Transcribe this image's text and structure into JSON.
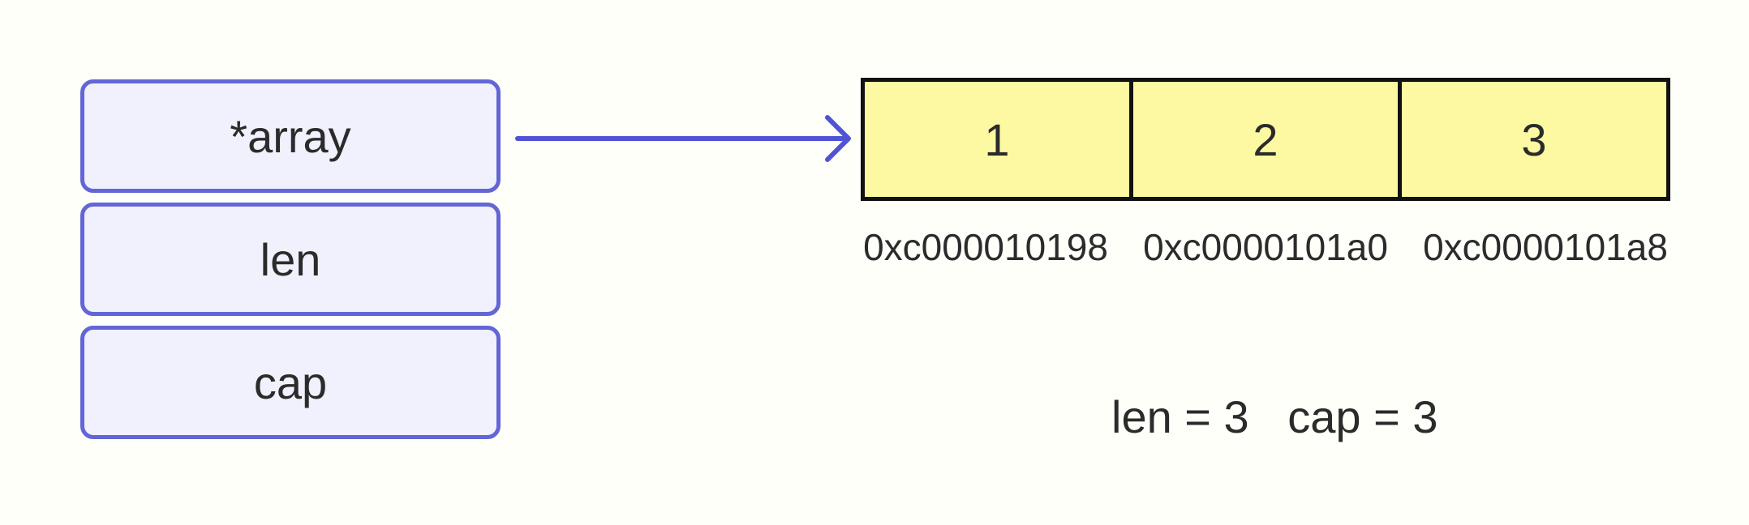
{
  "slice_header": {
    "fields": [
      {
        "label": "*array"
      },
      {
        "label": "len"
      },
      {
        "label": "cap"
      }
    ]
  },
  "array": {
    "values": [
      "1",
      "2",
      "3"
    ],
    "addresses": [
      "0xc000010198",
      "0xc0000101a0",
      "0xc0000101a8"
    ]
  },
  "summary": {
    "len": "len = 3",
    "cap": "cap = 3"
  },
  "colors": {
    "header_border": "#6366d6",
    "header_fill": "#f1f1fd",
    "cell_fill": "#fdf9a2",
    "cell_border": "#111111",
    "arrow": "#4f53d6"
  }
}
